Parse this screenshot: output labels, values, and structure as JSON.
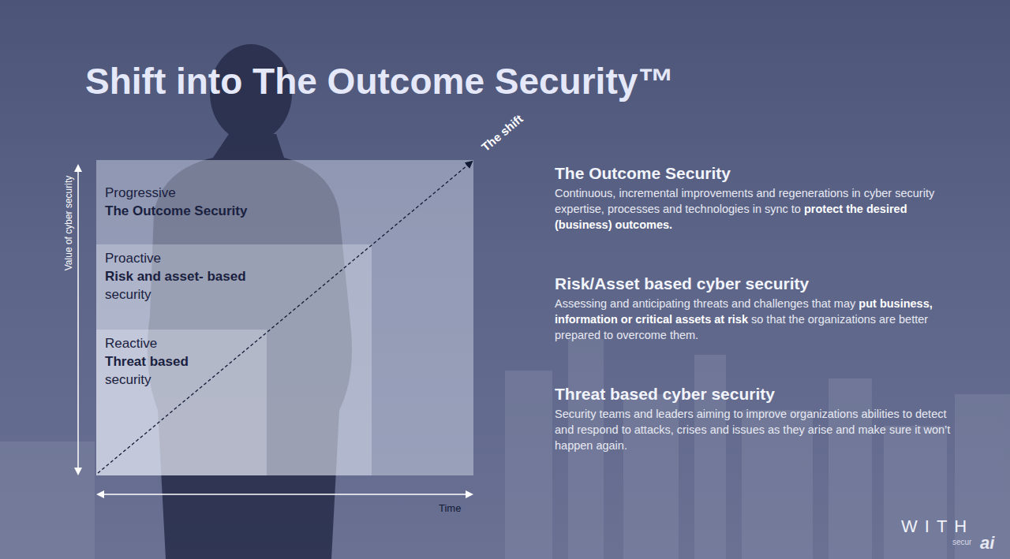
{
  "diagram": {
    "title": "Shift into The Outcome Security™",
    "nodes": [
      {
        "text": [
          "Progressive",
          "The Outcome Security"
        ]
      },
      {
        "text": [
          "Proactive",
          "Risk and asset- based",
          "security"
        ],
        "in": 0
      },
      {
        "text": [
          "Reactive",
          "Threat based",
          "security"
        ],
        "in": 1
      }
    ],
    "labels": [
      "Value of cyber security",
      "The shift",
      "Time",
      "The Outcome Security",
      "Continuous, incremental improvements and regenerations in cyber security expertise, processes and technologies in sync to",
      "protect the desired (business) outcomes.",
      "Risk/Asset based cyber security",
      "Assessing and anticipating threats and challenges that may",
      "put business, information or critical assets at risk",
      "so that the organizations are better prepared to overcome them.",
      "Threat based cyber security",
      "Security teams and leaders aiming to improve organizations abilities to detect and respond to attacks, crises and issues as they arise and make sure it won’t happen again.",
      "WITH",
      "secur",
      "ai"
    ]
  }
}
